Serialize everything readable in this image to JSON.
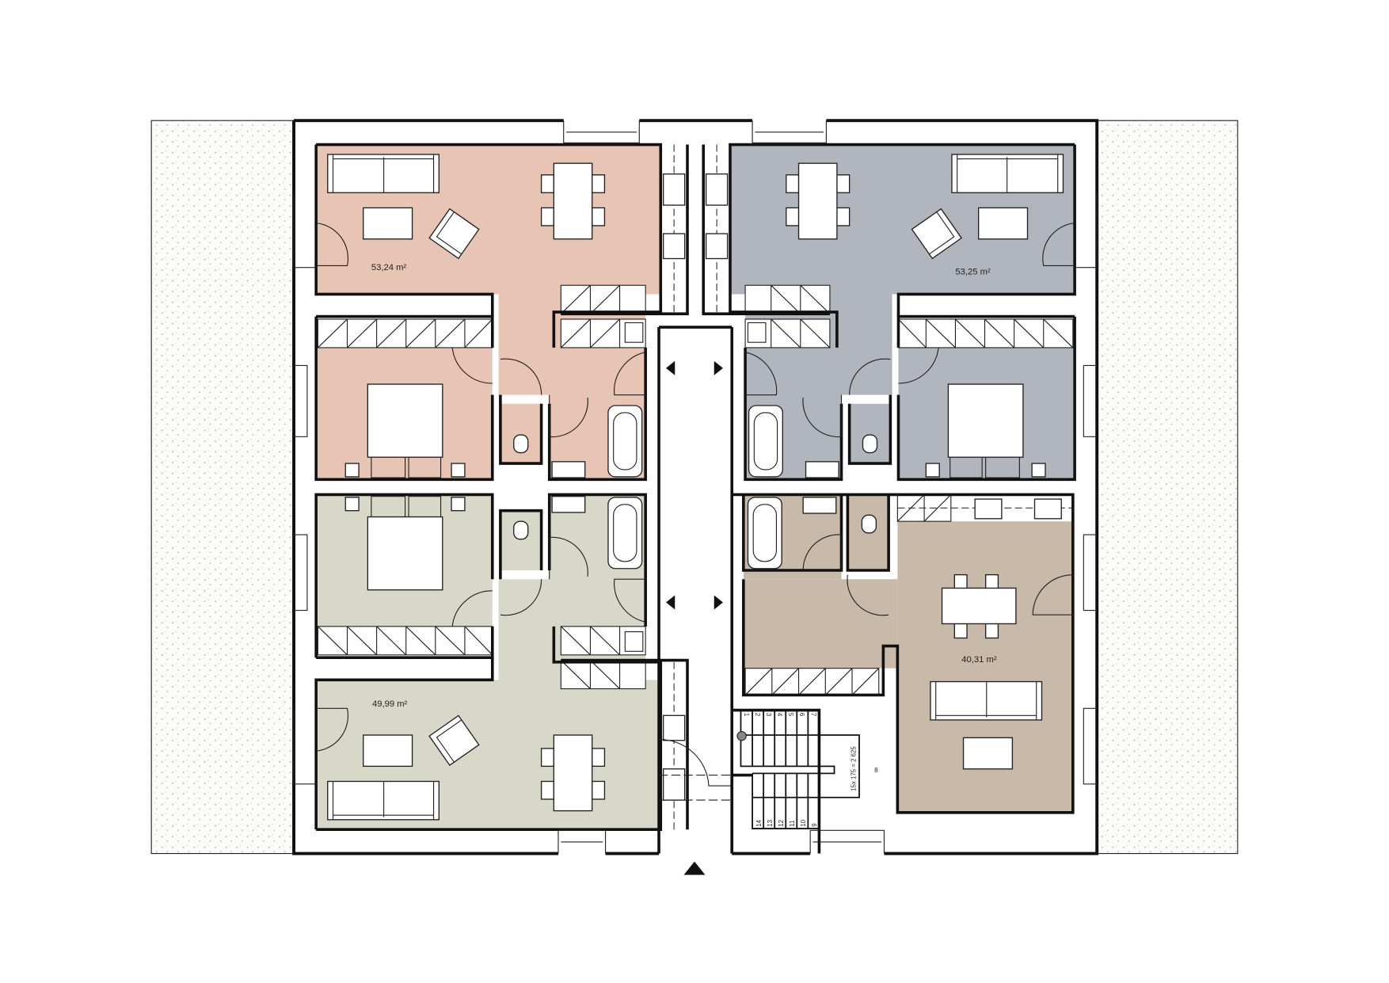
{
  "units": [
    {
      "name": "unit-top-left",
      "area": "53,24 m²",
      "color": "#e8c4b4"
    },
    {
      "name": "unit-top-right",
      "area": "53,25 m²",
      "color": "#b1b6be"
    },
    {
      "name": "unit-bottom-left",
      "area": "49,99 m²",
      "color": "#d8d8c8"
    },
    {
      "name": "unit-bottom-right",
      "area": "40,31 m²",
      "color": "#c8b9a9"
    }
  ],
  "stairs": {
    "steps": [
      "1",
      "2",
      "3",
      "4",
      "5",
      "6",
      "7",
      "8",
      "9",
      "10",
      "11",
      "12",
      "13",
      "14"
    ],
    "formula": "15x 175 = 2 625"
  }
}
